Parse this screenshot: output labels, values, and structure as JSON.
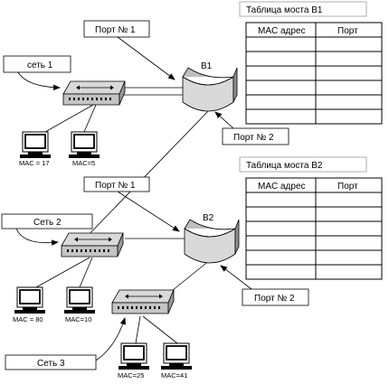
{
  "segments": [
    {
      "label": "сеть 1",
      "macs": [
        "MAC = 17",
        "MAC=5"
      ]
    },
    {
      "label": "Сеть 2",
      "macs": [
        "MAC = 80",
        "MAC=10"
      ]
    },
    {
      "label": "Сеть 3",
      "macs": [
        "MAC=25",
        "MAC=41"
      ]
    }
  ],
  "bridges": [
    {
      "name": "B1",
      "port1_label": "Порт № 1",
      "port2_label": "Порт № 2",
      "table_title": "Таблица моста B1",
      "columns": [
        "MAC адрес",
        "Порт"
      ],
      "rows": [
        "",
        "",
        "",
        "",
        "",
        "",
        ""
      ]
    },
    {
      "name": "B2",
      "port1_label": "Порт № 1",
      "port2_label": "Порт № 2",
      "table_title": "Таблица моста B2",
      "columns": [
        "MAC адрес",
        "Порт"
      ],
      "rows": [
        "",
        "",
        "",
        "",
        "",
        "",
        ""
      ]
    }
  ]
}
